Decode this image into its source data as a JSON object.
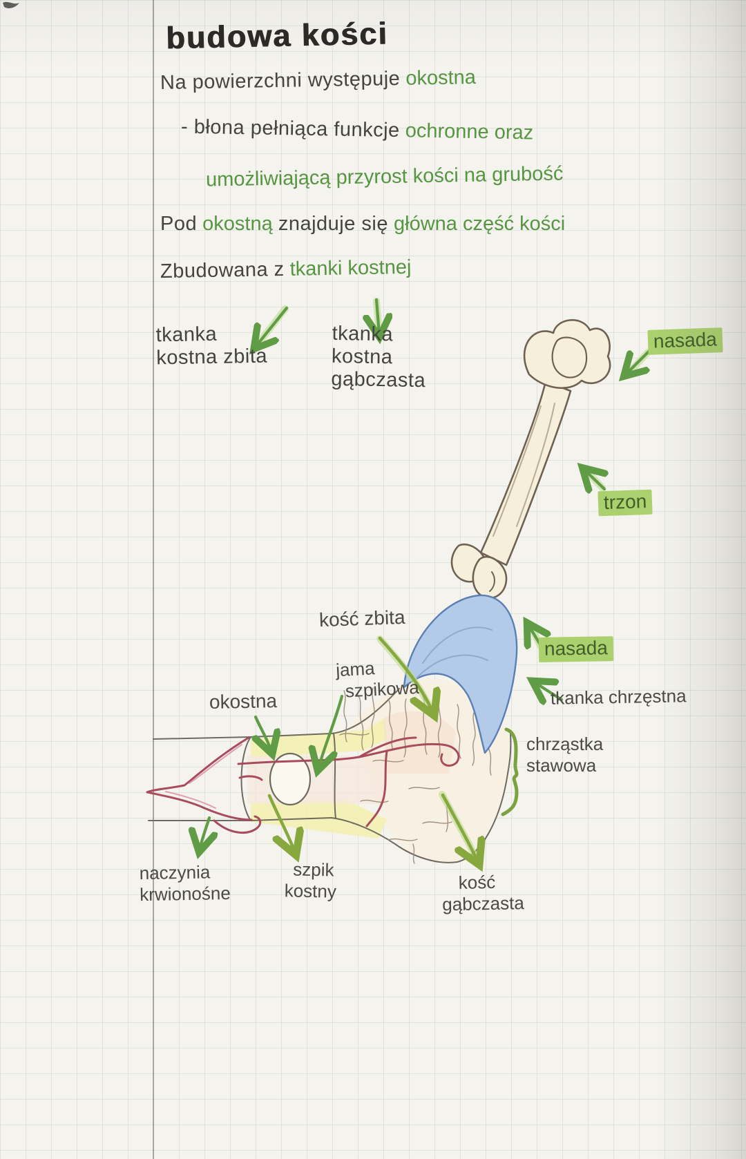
{
  "header": {
    "title": "budowa kości"
  },
  "notes": {
    "line1": {
      "black": "Na powierzchni występuje",
      "green": "okostna"
    },
    "line2": {
      "black": "- błona pełniąca funkcje",
      "green": "ochronne oraz"
    },
    "line3": {
      "green": "umożliwiającą przyrost kości na grubość"
    },
    "line4": {
      "black1": "Pod",
      "green1": "okostną",
      "black2": "znajduje się",
      "green2": "główna część kości"
    },
    "line5": {
      "black": "Zbudowana z",
      "green": "tkanki kostnej"
    }
  },
  "tissue_types": {
    "compact": {
      "line1": "tkanka",
      "line2": "kostna zbita"
    },
    "spongy": {
      "line1": "tkanka",
      "line2": "kostna",
      "line3": "gąbczasta"
    }
  },
  "long_bone_labels": {
    "nasada_top": "nasada",
    "trzon": "trzon",
    "nasada_bottom": "nasada"
  },
  "section_labels": {
    "kosc_zbita": "kość zbita",
    "jama": {
      "line1": "jama",
      "line2": "szpikowa"
    },
    "okostna": "okostna",
    "tkanka_chrzestna": "tkanka chrzęstna",
    "chrzastka_stawowa": {
      "line1": "chrząstka",
      "line2": "stawowa"
    },
    "naczynia": {
      "line1": "naczynia",
      "line2": "krwionośne"
    },
    "szpik": {
      "line1": "szpik",
      "line2": "kostny"
    },
    "kosc_gabczasta": {
      "line1": "kość",
      "line2": "gąbczasta"
    }
  },
  "colors": {
    "ink_pencil": "#45433e",
    "ink_green": "#569542",
    "highlighter_green": "#abd16e",
    "arrow_green": "#5f9c45",
    "arrow_yellow_green": "#86a83f",
    "bone_fill": "#f5efdc",
    "bone_outline": "#6f6152",
    "cartilage_blue": "#b3cbe8",
    "cartilage_blue_outline": "#5b7fb4",
    "vessel_red": "#a84b5c",
    "compact_bone_yellow": "#f3f0ae",
    "marrow_pink": "#f6e7da",
    "paper": "#f4f3ee"
  }
}
